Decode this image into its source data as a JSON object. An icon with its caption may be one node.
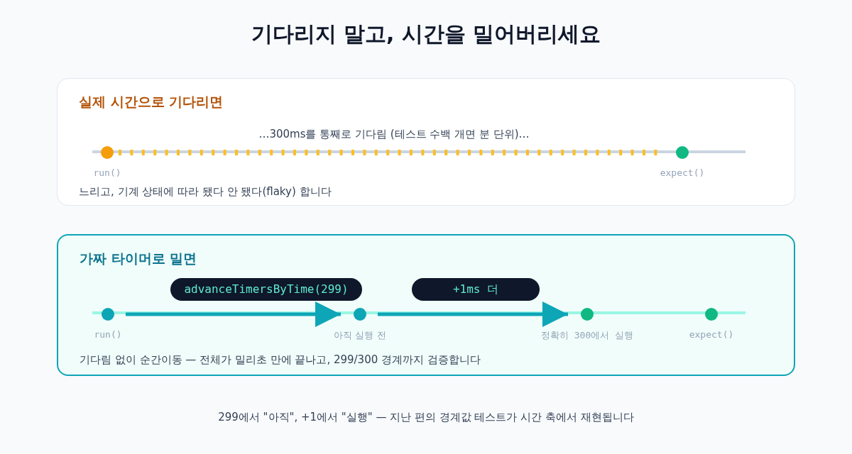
{
  "diagram": {
    "title": "기다리지 말고, 시간을 밀어버리세요",
    "nodes": [
      {
        "text": [
          "실제 시간으로 기다리면",
          "느리고, 기계 상태에 따라 됐다 안 됐다(flaky) 합니다"
        ]
      },
      {
        "text": [],
        "shape": "circle",
        "in": 0,
        "beside": [
          "run()"
        ]
      },
      {
        "text": [],
        "shape": "circle",
        "in": 0,
        "beside": [
          "expect()"
        ]
      },
      {
        "text": [
          "가짜 타이머로 밀면",
          "기다림 없이 순간이동 — 전체가 밀리초 만에 끝나고, 299/300 경계까지 검증합니다"
        ]
      },
      {
        "text": [],
        "shape": "circle",
        "in": 3,
        "beside": [
          "run()"
        ]
      },
      {
        "text": [],
        "shape": "circle",
        "in": 3,
        "beside": [
          "아직 실행 전"
        ]
      },
      {
        "text": [],
        "shape": "circle",
        "in": 3,
        "beside": [
          "정확히 300에서 실행"
        ]
      },
      {
        "text": [],
        "shape": "circle",
        "in": 3,
        "beside": [
          "expect()"
        ]
      }
    ],
    "edges": [
      {
        "from": 1,
        "to": 2,
        "arrow": "none",
        "label": "…300ms를 통째로 기다림 (테스트 수백 개면 분 단위)…",
        "style": "dashed",
        "color": "#fbbf24"
      },
      {
        "from": 4,
        "to": 5,
        "arrow": "to",
        "label": "advanceTimersByTime(299)"
      },
      {
        "from": 5,
        "to": 6,
        "arrow": "to",
        "label": "+1ms 더"
      }
    ],
    "caption": "299에서 \"아직\", +1에서 \"실행\" — 지난 편의 경계값 테스트가 시간 축에서 재현됩니다"
  }
}
